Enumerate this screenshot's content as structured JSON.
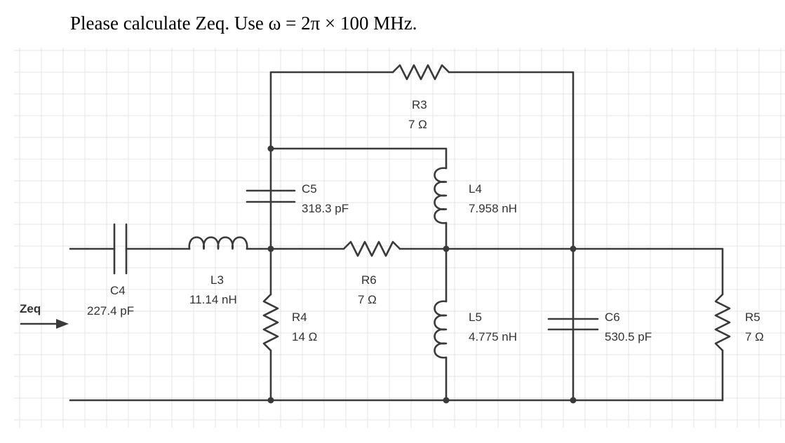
{
  "title": "Please calculate Zeq. Use ω = 2π × 100 MHz.",
  "port_label": "Zeq",
  "components": {
    "C4": {
      "name": "C4",
      "value": "227.4 pF"
    },
    "L3": {
      "name": "L3",
      "value": "11.14 nH"
    },
    "C5": {
      "name": "C5",
      "value": "318.3 pF"
    },
    "R4": {
      "name": "R4",
      "value": "14 Ω"
    },
    "R6": {
      "name": "R6",
      "value": "7 Ω"
    },
    "R3": {
      "name": "R3",
      "value": "7 Ω"
    },
    "L4": {
      "name": "L4",
      "value": "7.958 nH"
    },
    "L5": {
      "name": "L5",
      "value": "4.775 nH"
    },
    "C6": {
      "name": "C6",
      "value": "530.5 pF"
    },
    "R5": {
      "name": "R5",
      "value": "7 Ω"
    }
  },
  "colors": {
    "wire": "#3a3a3a",
    "grid": "#e6e6e6",
    "text": "#333333"
  }
}
